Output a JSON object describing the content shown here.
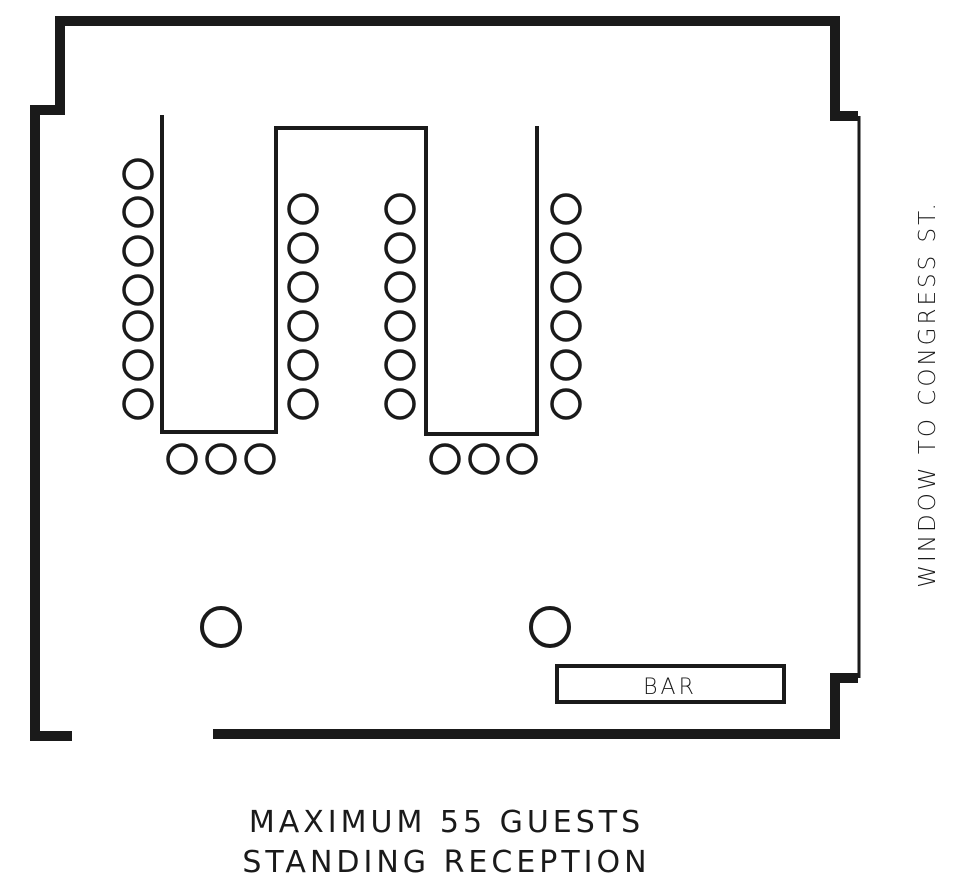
{
  "labels": {
    "bar": "BAR",
    "window": "WINDOW TO CONGRESS ST."
  },
  "caption": {
    "line1": "MAXIMUM 55 GUESTS",
    "line2": "STANDING RECEPTION"
  },
  "colors": {
    "ink": "#1a1a1a",
    "background": "#ffffff"
  }
}
